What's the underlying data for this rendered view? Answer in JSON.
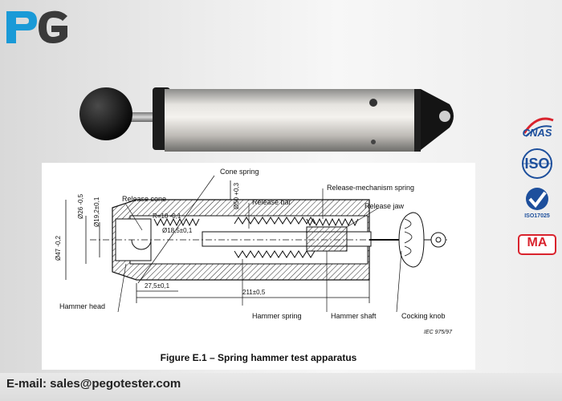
{
  "brand": {
    "logo_text": "PG"
  },
  "drawing": {
    "caption": "Figure E.1 – Spring hammer test apparatus",
    "reference": "IEC   975/97",
    "labels": {
      "cone_spring": "Cone spring",
      "release_cone": "Release cone",
      "release_bar": "Release bar",
      "release_mechanism_spring": "Release-mechanism spring",
      "release_jaw": "Release jaw",
      "hammer_head": "Hammer head",
      "hammer_spring": "Hammer spring",
      "hammer_shaft": "Hammer shaft",
      "cocking_knob": "Cocking knob"
    },
    "dimensions": {
      "radius": "R=10 -0,1",
      "dia_inner": "Ø18,5±0,1",
      "len_head": "27,5±0,1",
      "len_total": "211±0,5",
      "dia_26": "Ø26 -0,5",
      "dia_19": "Ø19,2±0,1",
      "dia_47": "Ø47 -0,2",
      "dia_50": "Ø50 +0,3"
    }
  },
  "certifications": [
    {
      "name": "CNAS",
      "icon": "cnas-badge-icon"
    },
    {
      "name": "ISO",
      "icon": "iso-badge-icon"
    },
    {
      "name": "ISO17025",
      "icon": "checkmark-badge-icon"
    },
    {
      "name": "MA",
      "icon": "ma-badge-icon"
    }
  ],
  "footer": {
    "email": "E-mail: sales@pegotester.com"
  },
  "colors": {
    "logo_blue": "#1a9ad7",
    "logo_gray": "#3a3a3a",
    "cert_blue": "#1d4f9c",
    "cert_red": "#d9232d"
  }
}
